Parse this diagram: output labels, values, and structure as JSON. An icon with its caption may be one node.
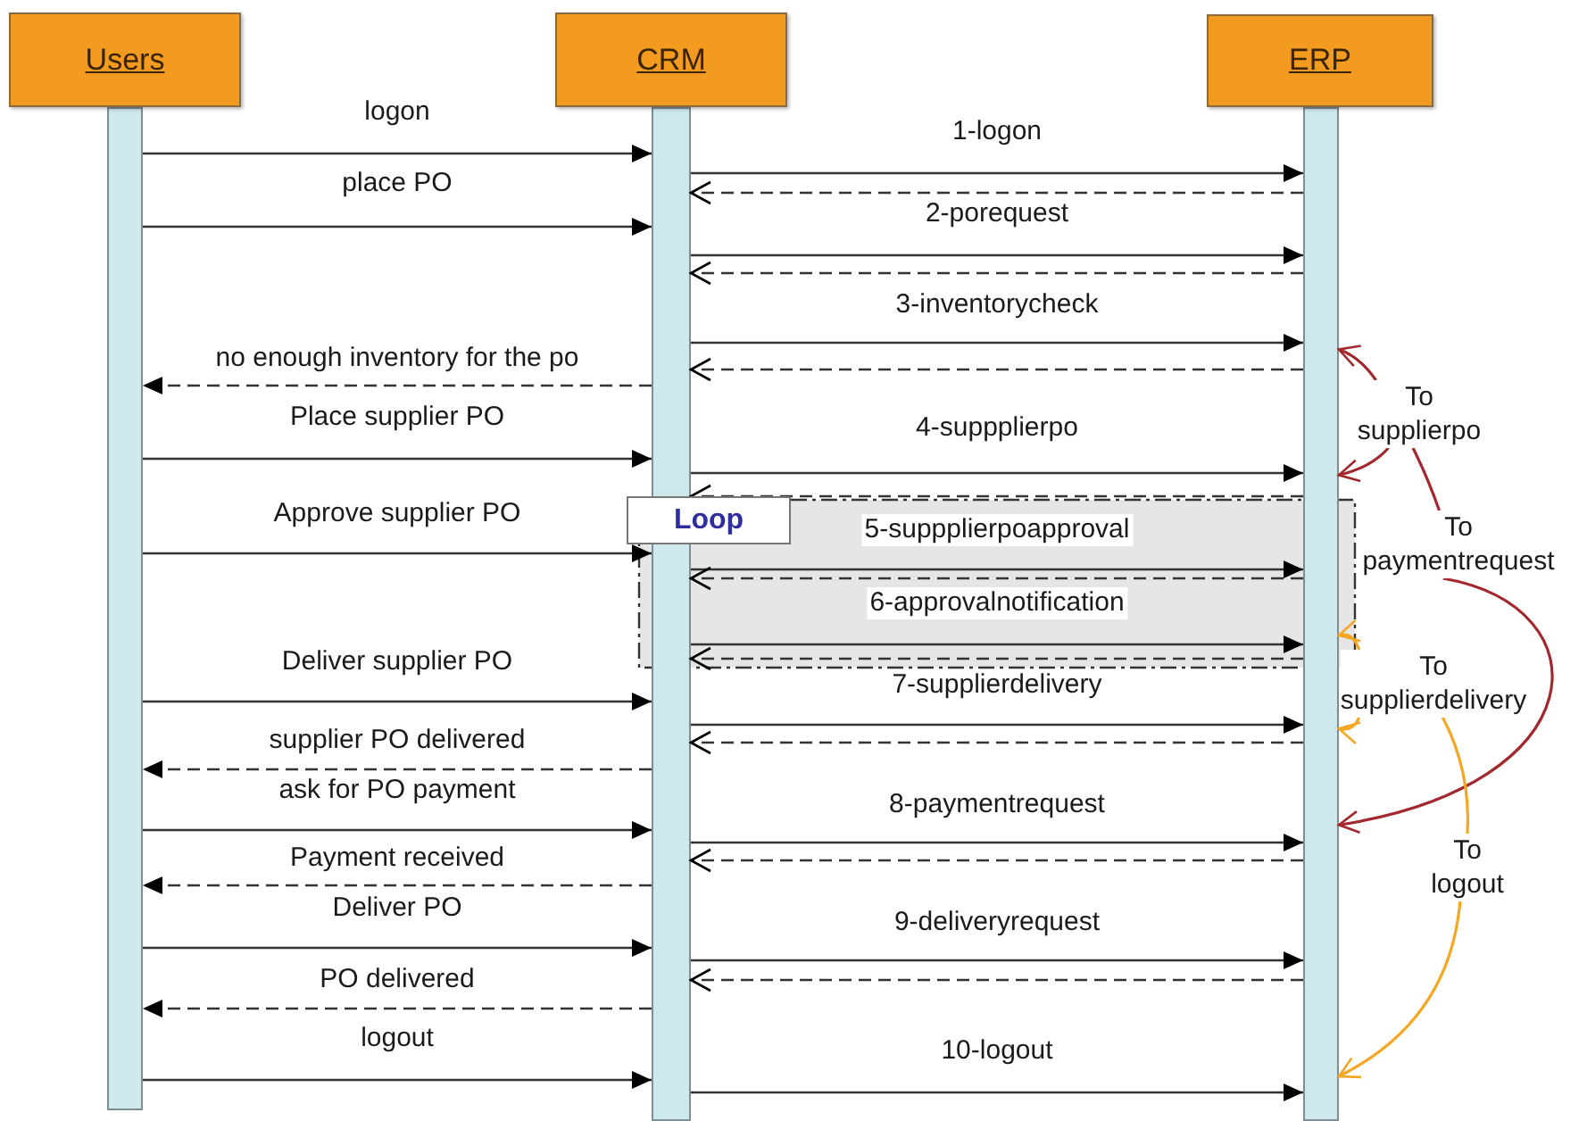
{
  "diagram": {
    "nodes": [
      {
        "text": [
          "Users"
        ]
      },
      {
        "text": [
          "CRM"
        ]
      },
      {
        "text": [
          "ERP"
        ]
      },
      {
        "text": [],
        "shape": "bar"
      },
      {
        "text": [],
        "shape": "bar"
      },
      {
        "text": [],
        "shape": "bar"
      },
      {
        "text": [
          "Loop"
        ]
      },
      {
        "text": [
          "To supplierpo"
        ]
      },
      {
        "text": [
          "To paymentrequest"
        ]
      },
      {
        "text": [
          "To supplierdelivery"
        ]
      },
      {
        "text": [
          "To logout"
        ]
      }
    ],
    "edges": [
      {
        "from": 3,
        "to": 4,
        "arrow": "to",
        "label": "logon"
      },
      {
        "from": 4,
        "to": 5,
        "arrow": "to",
        "label": "1-logon"
      },
      {
        "from": 5,
        "to": 4,
        "arrow": "to",
        "style": "dashed"
      },
      {
        "from": 3,
        "to": 4,
        "arrow": "to",
        "label": "place PO"
      },
      {
        "from": 4,
        "to": 5,
        "arrow": "to",
        "label": "2-porequest"
      },
      {
        "from": 5,
        "to": 4,
        "arrow": "to",
        "style": "dashed"
      },
      {
        "from": 4,
        "to": 5,
        "arrow": "to",
        "label": "3-inventorycheck"
      },
      {
        "from": 5,
        "to": 4,
        "arrow": "to",
        "style": "dashed"
      },
      {
        "from": 4,
        "to": 3,
        "arrow": "to",
        "style": "dashed",
        "label": "no enough inventory for the po"
      },
      {
        "from": 3,
        "to": 4,
        "arrow": "to",
        "label": "Place supplier PO"
      },
      {
        "from": 4,
        "to": 5,
        "arrow": "to",
        "label": "4-suppplierpo"
      },
      {
        "from": 5,
        "to": 4,
        "arrow": "to",
        "style": "dashed"
      },
      {
        "from": 3,
        "to": 4,
        "arrow": "to",
        "label": "Approve supplier PO"
      },
      {
        "from": 4,
        "to": 5,
        "arrow": "to",
        "label": "5-suppplierpoapproval"
      },
      {
        "from": 5,
        "to": 4,
        "arrow": "to",
        "style": "dashed"
      },
      {
        "from": 4,
        "to": 5,
        "arrow": "to",
        "label": "6-approvalnotification"
      },
      {
        "from": 5,
        "to": 4,
        "arrow": "to",
        "style": "dashed"
      },
      {
        "from": 3,
        "to": 4,
        "arrow": "to",
        "label": "Deliver supplier PO"
      },
      {
        "from": 4,
        "to": 5,
        "arrow": "to",
        "label": "7-supplierdelivery"
      },
      {
        "from": 5,
        "to": 4,
        "arrow": "to",
        "style": "dashed"
      },
      {
        "from": 4,
        "to": 3,
        "arrow": "to",
        "style": "dashed",
        "label": "supplier PO delivered"
      },
      {
        "from": 3,
        "to": 4,
        "arrow": "to",
        "label": "ask for PO payment"
      },
      {
        "from": 4,
        "to": 5,
        "arrow": "to",
        "label": "8-paymentrequest"
      },
      {
        "from": 5,
        "to": 4,
        "arrow": "to",
        "style": "dashed"
      },
      {
        "from": 4,
        "to": 3,
        "arrow": "to",
        "style": "dashed",
        "label": "Payment received"
      },
      {
        "from": 3,
        "to": 4,
        "arrow": "to",
        "label": "Deliver PO"
      },
      {
        "from": 4,
        "to": 5,
        "arrow": "to",
        "label": "9-deliveryrequest"
      },
      {
        "from": 5,
        "to": 4,
        "arrow": "to",
        "style": "dashed"
      },
      {
        "from": 4,
        "to": 3,
        "arrow": "to",
        "style": "dashed",
        "label": "PO delivered"
      },
      {
        "from": 3,
        "to": 4,
        "arrow": "to",
        "label": "logout"
      },
      {
        "from": 4,
        "to": 5,
        "arrow": "to",
        "label": "10-logout"
      },
      {
        "from": 7,
        "to": 5,
        "arrow": "to",
        "color": "#a3282e"
      },
      {
        "from": 7,
        "to": 5,
        "arrow": "to",
        "color": "#a3282e"
      },
      {
        "from": 7,
        "to": 8,
        "arrow": "none",
        "color": "#a3282e"
      },
      {
        "from": 8,
        "to": 5,
        "arrow": "to",
        "color": "#a3282e"
      },
      {
        "from": 9,
        "to": 5,
        "arrow": "to",
        "color": "#f5a623"
      },
      {
        "from": 9,
        "to": 5,
        "arrow": "to",
        "color": "#f5a623"
      },
      {
        "from": 9,
        "to": 10,
        "arrow": "none",
        "color": "#f5a623"
      },
      {
        "from": 10,
        "to": 5,
        "arrow": "to",
        "color": "#f5a623"
      }
    ]
  }
}
